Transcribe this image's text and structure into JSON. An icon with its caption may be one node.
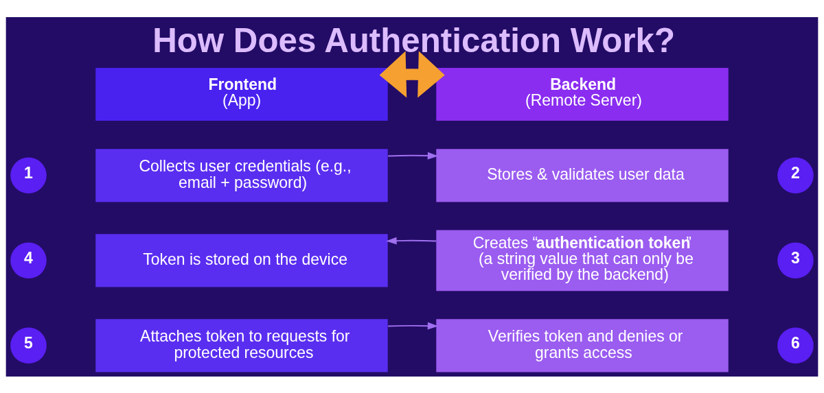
{
  "diagram": {
    "title": "How Does Authentication Work?",
    "nodes": [
      {
        "text": [
          "Frontend",
          "(App)"
        ]
      },
      {
        "text": [
          "Backend",
          "(Remote Server)"
        ]
      },
      {
        "text": [
          "1"
        ]
      },
      {
        "text": [
          "Collects user credentials (e.g., email + password)"
        ]
      },
      {
        "text": [
          "Stores & validates user data"
        ]
      },
      {
        "text": [
          "2"
        ]
      },
      {
        "text": [
          "4"
        ]
      },
      {
        "text": [
          "Token is stored on the device"
        ]
      },
      {
        "text": [
          "Creates “**authentication token**” (a string value that can only be verified by the backend)"
        ]
      },
      {
        "text": [
          "3"
        ]
      },
      {
        "text": [
          "5"
        ]
      },
      {
        "text": [
          "Attaches token to requests for protected resources"
        ]
      },
      {
        "text": [
          "Verifies token and denies or grants access"
        ]
      },
      {
        "text": [
          "6"
        ]
      }
    ],
    "edges": [
      {
        "from": 0,
        "to": 1,
        "arrow": "both",
        "style": "thick",
        "color": "#f5a030"
      },
      {
        "from": 3,
        "to": 4,
        "arrow": "to"
      },
      {
        "from": 8,
        "to": 7,
        "arrow": "to"
      },
      {
        "from": 11,
        "to": 12,
        "arrow": "to"
      }
    ]
  }
}
